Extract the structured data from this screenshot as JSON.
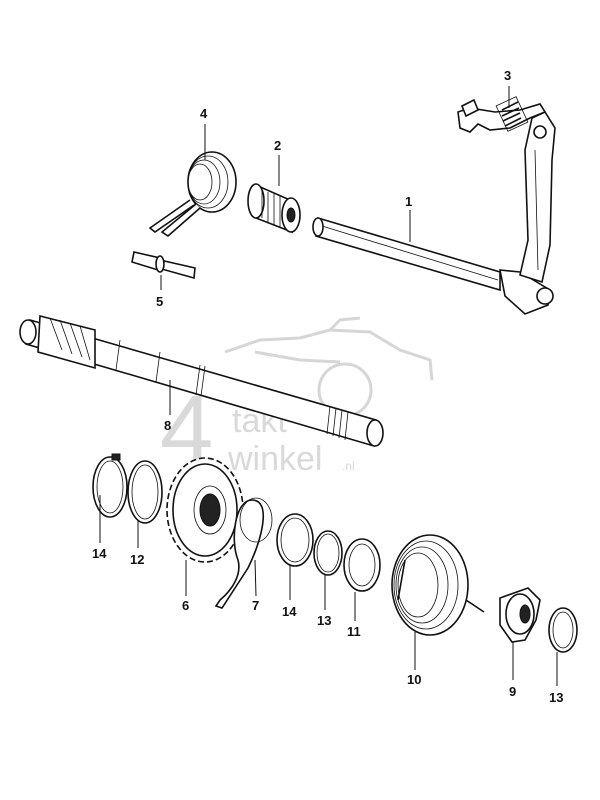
{
  "watermark": {
    "numeral": "4",
    "line1": "takt",
    "line2": "winkel",
    "suffix": ".nl"
  },
  "labels": {
    "p1": "1",
    "p2": "2",
    "p3": "3",
    "p4": "4",
    "p5": "5",
    "p6": "6",
    "p7": "7",
    "p8": "8",
    "p9": "9",
    "p10": "10",
    "p11": "11",
    "p12": "12",
    "p13a": "13",
    "p13b": "13",
    "p14a": "14",
    "p14b": "14"
  }
}
